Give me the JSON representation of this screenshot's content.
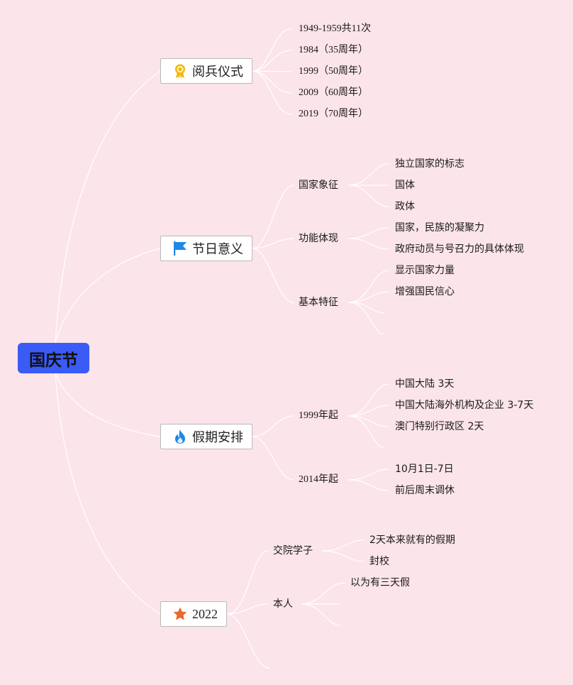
{
  "root": "国庆节",
  "branches": [
    {
      "label": "阅兵仪式",
      "icon": "medal-icon",
      "leaves": [
        "1949-1959共11次",
        "1984（35周年）",
        "1999（50周年）",
        "2009（60周年）",
        "2019（70周年）"
      ]
    },
    {
      "label": "节日意义",
      "icon": "flag-icon",
      "subs": [
        {
          "label": "国家象征",
          "leaves": [
            "独立国家的标志",
            "国体",
            "政体"
          ]
        },
        {
          "label": "功能体现",
          "leaves": [
            "国家，民族的凝聚力",
            "政府动员与号召力的具体体现"
          ]
        },
        {
          "label": "基本特征",
          "leaves": [
            "显示国家力量",
            "增强国民信心"
          ]
        }
      ]
    },
    {
      "label": "假期安排",
      "icon": "fire-icon",
      "subs": [
        {
          "label": "1999年起",
          "leaves": [
            "中国大陆 3天",
            "中国大陆海外机构及企业 3-7天",
            "澳门特别行政区 2天"
          ]
        },
        {
          "label": "2014年起",
          "leaves": [
            "10月1日-7日",
            "前后周末调休"
          ]
        }
      ]
    },
    {
      "label": "2022",
      "icon": "star-icon",
      "subs": [
        {
          "label": "交院学子",
          "leaves": [
            "2天本来就有的假期",
            "封校"
          ]
        },
        {
          "label": "本人",
          "leaves": [
            "以为有三天假"
          ]
        }
      ]
    }
  ],
  "colors": {
    "background": "#fbe4ea",
    "root": "#3b5bf5",
    "line": "#ffffff",
    "medal": "#f2b705",
    "flag": "#1e88e5",
    "fire": "#1e88e5",
    "star": "#e8692d"
  }
}
